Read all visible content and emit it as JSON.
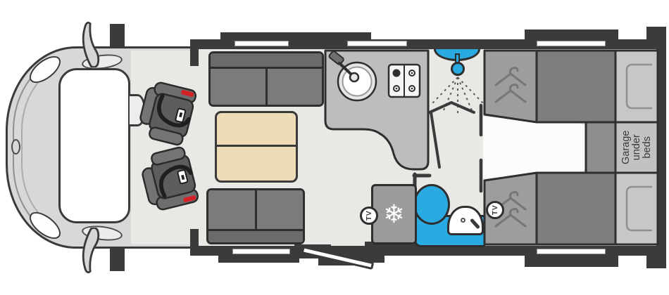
{
  "floorplan": {
    "rear_storage_label": {
      "line1": "Garage",
      "line2": "under",
      "line3": "beds"
    },
    "tv_points": {
      "left": "TV",
      "right": "TV"
    },
    "glyphs": {
      "snowflake": "❄"
    },
    "icons": {
      "fridge": "snowflake-icon",
      "wardrobe_top": "coat-hanger-icon",
      "wardrobe_bottom": "coat-hanger-icon",
      "shower": "shower-head-icon",
      "hob": "gas-hob-icon",
      "sink": "sink-icon",
      "toilet": "toilet-icon",
      "washbasin": "washbasin-icon",
      "cab_seats": "seatbelt-seat-icon",
      "tv_left": "tv-badge-icon",
      "tv_right": "tv-badge-icon"
    },
    "colors": {
      "wall": "#3b3b3b",
      "floor": "#e9e8e5",
      "accent_blue": "#29abe2",
      "sofa_seat": "#7b7b7b",
      "sofa_back": "#6b6b6b",
      "table": "#eedcb8",
      "kitchen_counter": "#bdbdbd",
      "wardrobe": "#9d9d9d",
      "bed": "#7e7e7e",
      "pillow": "#c7c7c7",
      "seat": "#5d5d5d",
      "belt_red": "#d42128",
      "white": "#ffffff"
    }
  }
}
